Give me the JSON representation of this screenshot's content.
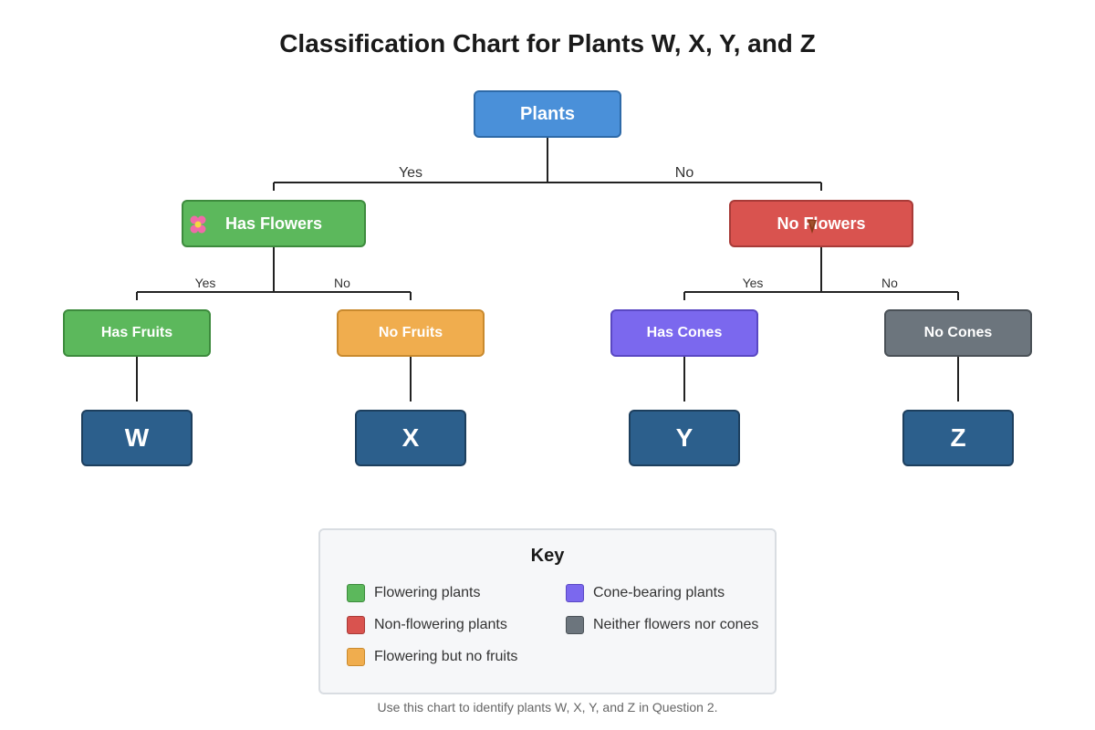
{
  "title": "Classification Chart for Plants W, X, Y, and Z",
  "tree": {
    "root": {
      "label": "Plants",
      "color": "#4a90d9"
    },
    "level1": [
      {
        "label": "Has Flowers",
        "color": "#5cb85c",
        "icon": "flower-icon",
        "edge_label": "Yes"
      },
      {
        "label": "No Flowers",
        "color": "#d9534f",
        "icon": "cone-icon",
        "edge_label": "No"
      }
    ],
    "level2": [
      {
        "label": "Has Fruits",
        "color": "#5cb85c",
        "edge_label": "Yes"
      },
      {
        "label": "No Fruits",
        "color": "#f0ad4e",
        "edge_label": "No"
      },
      {
        "label": "Has Cones",
        "color": "#7b68ee",
        "edge_label": "Yes"
      },
      {
        "label": "No Cones",
        "color": "#6c757d",
        "edge_label": "No"
      }
    ],
    "leaves": [
      {
        "label": "W"
      },
      {
        "label": "X"
      },
      {
        "label": "Y"
      },
      {
        "label": "Z"
      }
    ]
  },
  "legend": {
    "title": "Key",
    "items": [
      {
        "label": "Flowering plants",
        "color": "#5cb85c"
      },
      {
        "label": "Cone-bearing plants",
        "color": "#7b68ee"
      },
      {
        "label": "Non-flowering plants",
        "color": "#d9534f"
      },
      {
        "label": "Neither flowers nor cones",
        "color": "#6c757d"
      },
      {
        "label": "Flowering but no fruits",
        "color": "#f0ad4e"
      }
    ]
  },
  "caption": "Use this chart to identify plants W, X, Y, and Z in Question 2."
}
